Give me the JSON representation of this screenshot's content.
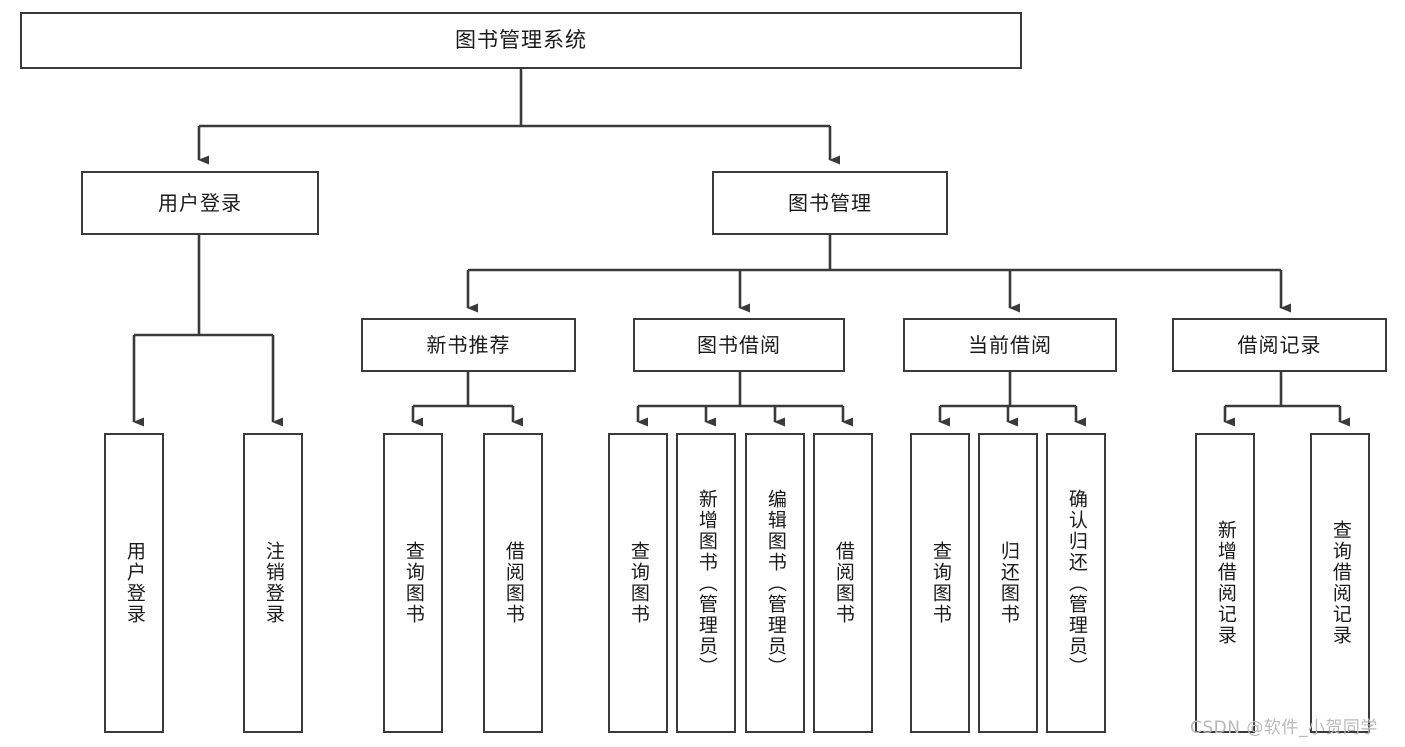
{
  "diagram": {
    "title": "图书管理系统",
    "type": "tree",
    "watermark": "CSDN @软件_小贺同学",
    "levels": {
      "root": {
        "label": "图书管理系统"
      },
      "level2": [
        {
          "id": "user-login",
          "label": "用户登录"
        },
        {
          "id": "book-management",
          "label": "图书管理"
        }
      ],
      "level3": [
        {
          "id": "new-book-recommend",
          "label": "新书推荐"
        },
        {
          "id": "book-borrow",
          "label": "图书借阅"
        },
        {
          "id": "current-borrow",
          "label": "当前借阅"
        },
        {
          "id": "borrow-record",
          "label": "借阅记录"
        }
      ],
      "leaves": {
        "user_login": [
          {
            "id": "leaf-user-login",
            "label": "用户登录"
          },
          {
            "id": "leaf-logout",
            "label": "注销登录"
          }
        ],
        "new_book_recommend": [
          {
            "id": "leaf-query-book-1",
            "label": "查询图书"
          },
          {
            "id": "leaf-borrow-book-1",
            "label": "借阅图书"
          }
        ],
        "book_borrow": [
          {
            "id": "leaf-query-book-2",
            "label": "查询图书"
          },
          {
            "id": "leaf-add-book",
            "label": "新增图书（管理员）"
          },
          {
            "id": "leaf-edit-book",
            "label": "编辑图书（管理员）"
          },
          {
            "id": "leaf-borrow-book-2",
            "label": "借阅图书"
          }
        ],
        "current_borrow": [
          {
            "id": "leaf-query-book-3",
            "label": "查询图书"
          },
          {
            "id": "leaf-return-book",
            "label": "归还图书"
          },
          {
            "id": "leaf-confirm-return",
            "label": "确认归还（管理员）"
          }
        ],
        "borrow_record": [
          {
            "id": "leaf-add-record",
            "label": "新增借阅记录"
          },
          {
            "id": "leaf-query-record",
            "label": "查询借阅记录"
          }
        ]
      }
    },
    "colors": {
      "stroke": "#3a3a3a",
      "fill": "#ffffff",
      "text": "#1a1a1a",
      "watermark": "#b9b9b9"
    }
  }
}
